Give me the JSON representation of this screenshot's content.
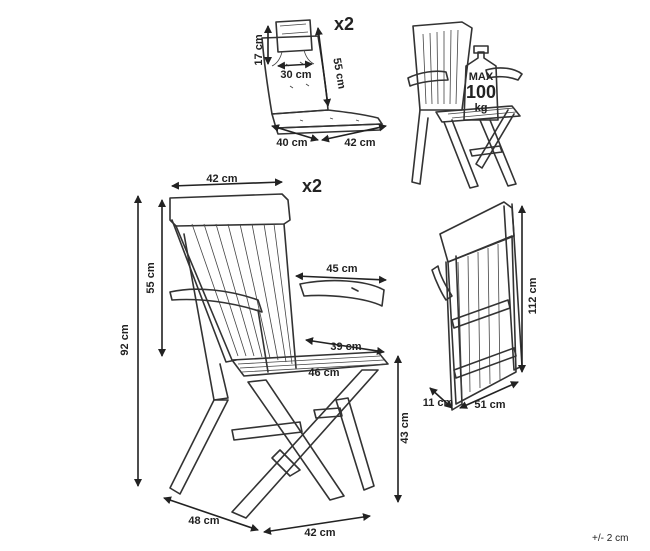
{
  "main_chair": {
    "quantity": "x2",
    "back_width": "42 cm",
    "total_height": "92 cm",
    "back_height": "55 cm",
    "armrest_length": "45 cm",
    "seat_depth": "39 cm",
    "seat_width": "46 cm",
    "seat_height": "43 cm",
    "depth": "48 cm",
    "width": "42 cm"
  },
  "cushion": {
    "quantity": "x2",
    "headrest_height": "17 cm",
    "headrest_width": "30 cm",
    "back_height": "55 cm",
    "depth": "40 cm",
    "width": "42 cm"
  },
  "load": {
    "line1": "MAX",
    "line2": "100",
    "line3": "kg"
  },
  "folded": {
    "height": "112 cm",
    "thickness": "11 cm",
    "width": "51 cm"
  },
  "tolerance": "+/- 2 cm"
}
